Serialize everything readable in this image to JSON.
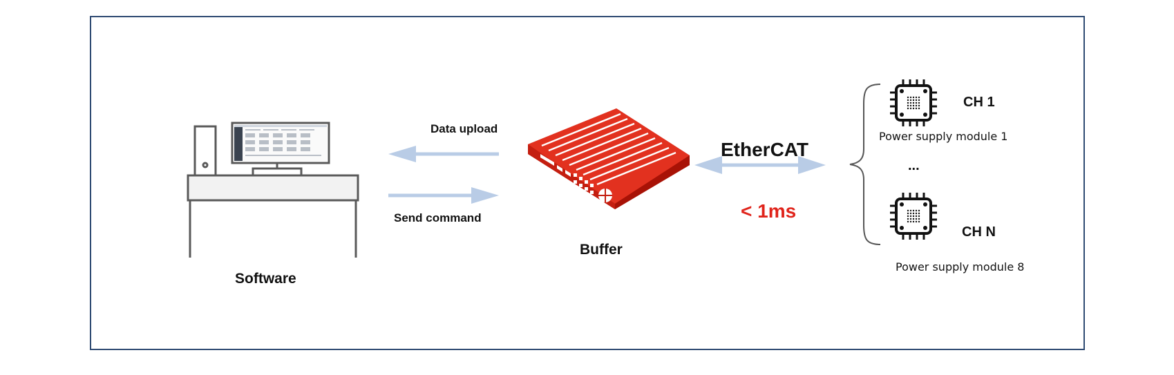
{
  "diagram": {
    "software_label": "Software",
    "buffer_label": "Buffer",
    "data_upload_label": "Data upload",
    "send_command_label": "Send command",
    "protocol_label": "EtherCAT",
    "latency_label": "< 1ms",
    "modules": [
      {
        "channel": "CH 1",
        "name": "Power supply module 1"
      },
      {
        "channel": "CH N",
        "name": "Power supply module 8"
      }
    ],
    "ellipsis": "..."
  },
  "colors": {
    "frame_border": "#2e4a72",
    "arrow": "#b9cce6",
    "device_red": "#d92a1c",
    "latency_red": "#e0241b",
    "outline_gray": "#555555",
    "chip_black": "#111111"
  },
  "icons": [
    "computer-desk-icon",
    "buffer-device-icon",
    "chip-icon"
  ]
}
